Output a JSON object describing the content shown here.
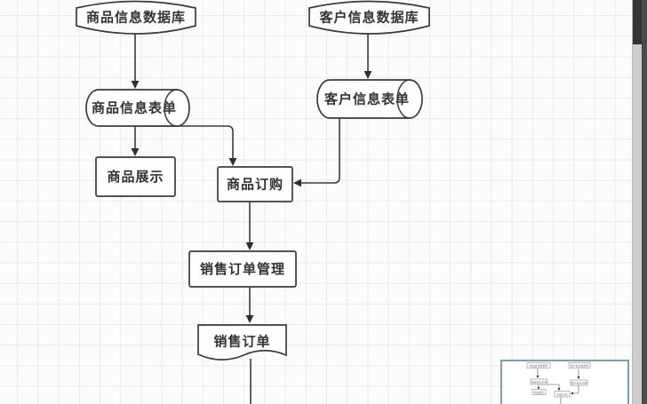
{
  "app": {
    "view": "flowchart-editor-canvas",
    "visible_chrome": [
      "diagram-canvas",
      "minimap-overview",
      "vertical-scrollbar"
    ]
  },
  "colors": {
    "canvas_background": "#fcfcfc",
    "grid_line": "#e9e9e9",
    "node_stroke": "#3b3b3b",
    "node_fill": "#fefefe",
    "label_text": "#333333",
    "minimap_border": "#7a9cc7",
    "scrollbar_track": "#cdcdcd",
    "scrollbar_thumb": "#333333",
    "window_right_edge": "#4b4b4b"
  },
  "diagram": {
    "nodes": [
      {
        "id": "db-product",
        "label": "商品信息数据库",
        "shape": "database-cylinder"
      },
      {
        "id": "db-customer",
        "label": "客户信息数据库",
        "shape": "database-cylinder"
      },
      {
        "id": "form-product",
        "label": "商品信息表单",
        "shape": "stored-data-cylinder"
      },
      {
        "id": "form-customer",
        "label": "客户信息表单",
        "shape": "stored-data-cylinder"
      },
      {
        "id": "display",
        "label": "商品展示",
        "shape": "rectangle"
      },
      {
        "id": "order",
        "label": "商品订购",
        "shape": "rectangle"
      },
      {
        "id": "sales-mgmt",
        "label": "销售订单管理",
        "shape": "rectangle"
      },
      {
        "id": "sales-order",
        "label": "销售订单",
        "shape": "document"
      }
    ],
    "edges": [
      {
        "from": "db-product",
        "to": "form-product",
        "style": "arrow-down"
      },
      {
        "from": "db-customer",
        "to": "form-customer",
        "style": "arrow-down"
      },
      {
        "from": "form-product",
        "to": "display",
        "style": "arrow-down"
      },
      {
        "from": "form-product",
        "to": "order",
        "style": "arrow-right-then-down"
      },
      {
        "from": "form-customer",
        "to": "order",
        "style": "arrow-down-then-left"
      },
      {
        "from": "order",
        "to": "sales-mgmt",
        "style": "arrow-down"
      },
      {
        "from": "sales-mgmt",
        "to": "sales-order",
        "style": "arrow-down"
      },
      {
        "from": "sales-order",
        "to": "offscreen-bottom",
        "style": "line-down-cut-off"
      }
    ]
  },
  "minimap": {
    "visible": true,
    "position": "bottom-right",
    "cut_off_at_bottom": true
  },
  "scrollbar": {
    "orientation": "vertical",
    "thumb_position": "top"
  }
}
